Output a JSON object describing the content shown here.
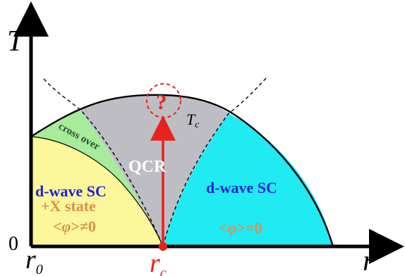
{
  "axes": {
    "y_label": "T",
    "x_label": "r",
    "origin_label": "0",
    "x_start_label_main": "r",
    "x_start_label_sub": "0",
    "x_critical_label_main": "r",
    "x_critical_label_sub": "c"
  },
  "regions": {
    "left_title": "d-wave SC",
    "left_subtitle": "+X state",
    "left_order_prefix": "<",
    "left_order_symbol": "φ",
    "left_order_suffix": ">≠0",
    "crossover": "cross over",
    "center": "QCR",
    "right_title": "d-wave SC",
    "right_order_prefix": "<",
    "right_order_symbol": "φ",
    "right_order_suffix": ">=0"
  },
  "dome": {
    "label_main": "T",
    "label_sub": "c"
  },
  "question": {
    "mark": "?"
  },
  "colors": {
    "axis": "#000000",
    "left_region": "#fbf79a",
    "crossover_region": "#a6ec9b",
    "center_region": "#bebdc4",
    "right_region": "#20eaf2",
    "arrow": "#e8221f",
    "critical_label": "#e8221f",
    "left_text": "#1d24d8",
    "left_order": "#db8f54",
    "right_title": "#1d24d8",
    "right_order": "#db8f54",
    "crossover_text": "#2c4f2e",
    "center_text": "#ffffff"
  }
}
